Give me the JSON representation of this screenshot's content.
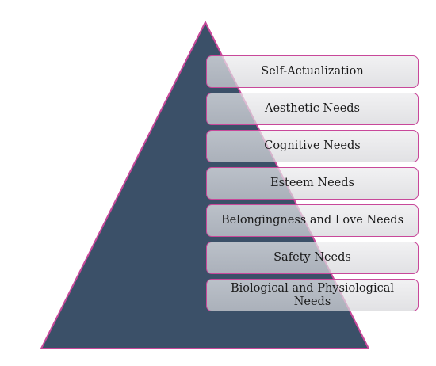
{
  "colors": {
    "pyramid_fill": "#3b5068",
    "pyramid_stroke": "#c8489a",
    "level_border": "#c8489a",
    "level_fill": "#e0e0e3"
  },
  "levels": [
    {
      "label": "Self-Actualization"
    },
    {
      "label": "Aesthetic Needs"
    },
    {
      "label": "Cognitive Needs"
    },
    {
      "label": "Esteem Needs"
    },
    {
      "label": "Belongingness and Love Needs"
    },
    {
      "label": "Safety Needs"
    },
    {
      "label": "Biological and Physiological Needs"
    }
  ]
}
